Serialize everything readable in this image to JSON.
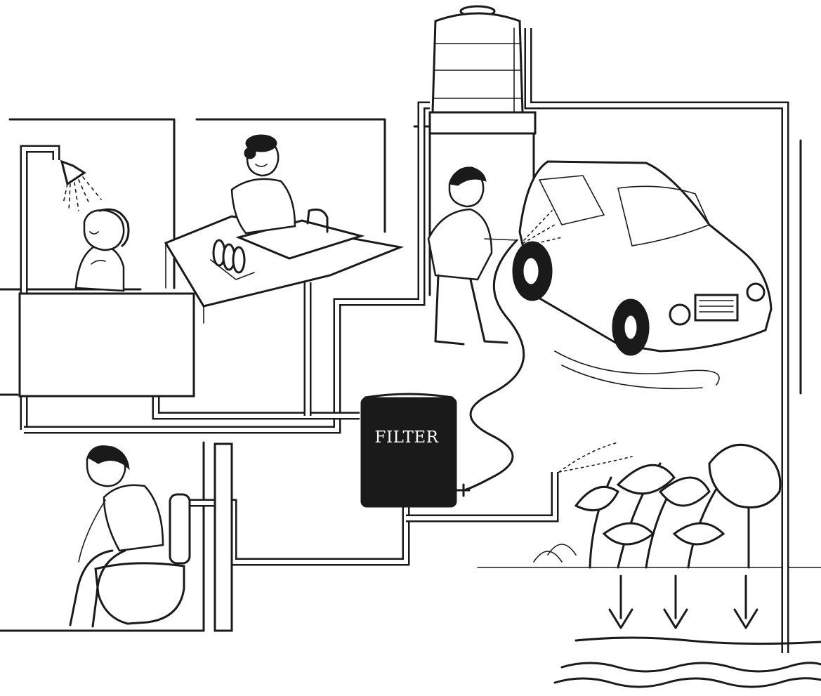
{
  "diagram": {
    "filter_label": "FILTER"
  },
  "colors": {
    "ink": "#1a1a1a",
    "paper": "#ffffff"
  },
  "scenes": [
    "shower-bathing",
    "washing-dishes",
    "car-washing",
    "toilet-flushing",
    "garden-irrigation",
    "groundwater-recharge",
    "overhead-water-tank"
  ]
}
